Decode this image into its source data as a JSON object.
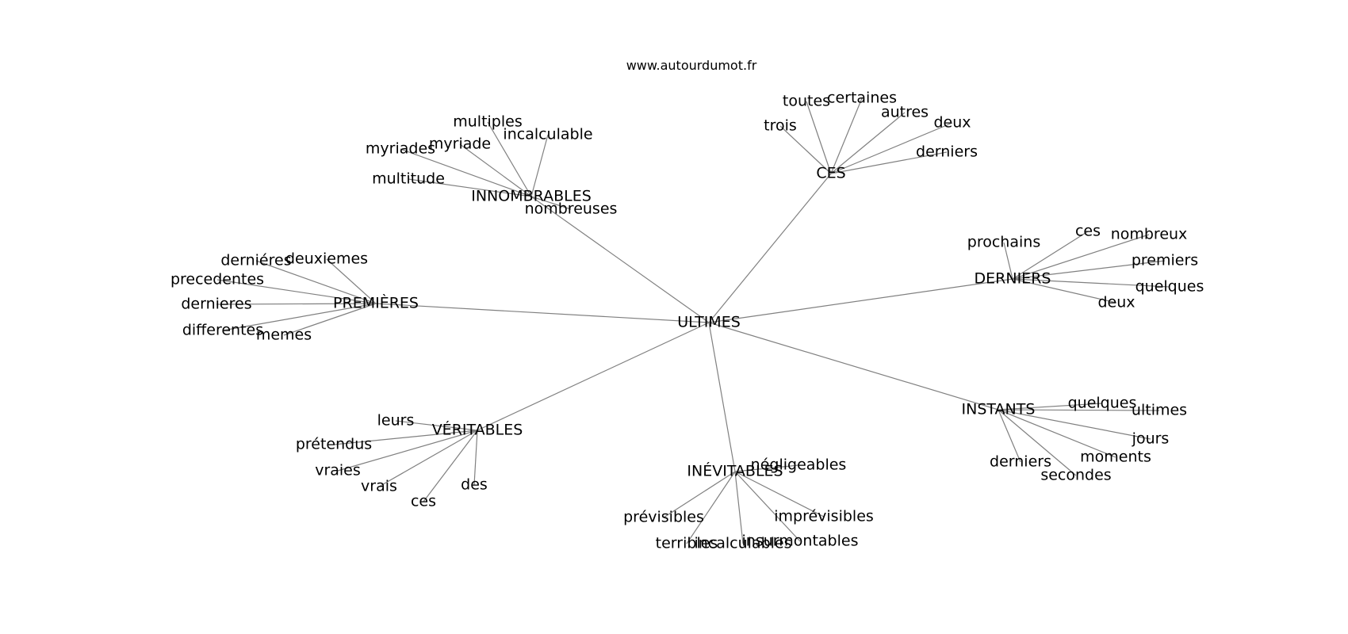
{
  "site": "www.autourdumot.fr",
  "graph": {
    "center": "ULTIMES",
    "hubs": [
      {
        "label": "INNOMBRABLES",
        "words": [
          "multiples",
          "incalculable",
          "myriade",
          "myriades",
          "multitude",
          "nombreuses"
        ]
      },
      {
        "label": "CES",
        "words": [
          "toutes",
          "certaines",
          "autres",
          "deux",
          "trois",
          "derniers"
        ]
      },
      {
        "label": "DERNIERS",
        "words": [
          "prochains",
          "ces",
          "nombreux",
          "premiers",
          "quelques",
          "deux"
        ]
      },
      {
        "label": "PREMIÈRES",
        "words": [
          "derniéres",
          "deuxiemes",
          "precedentes",
          "dernieres",
          "differentes",
          "memes"
        ]
      },
      {
        "label": "INSTANTS",
        "words": [
          "quelques",
          "ultimes",
          "jours",
          "moments",
          "derniers",
          "secondes"
        ]
      },
      {
        "label": "VÉRITABLES",
        "words": [
          "leurs",
          "prétendus",
          "vraies",
          "vrais",
          "ces",
          "des"
        ]
      },
      {
        "label": "INÉVITABLES",
        "words": [
          "négligeables",
          "prévisibles",
          "imprévisibles",
          "terribles",
          "incalculables",
          "insurmontables"
        ]
      }
    ]
  }
}
